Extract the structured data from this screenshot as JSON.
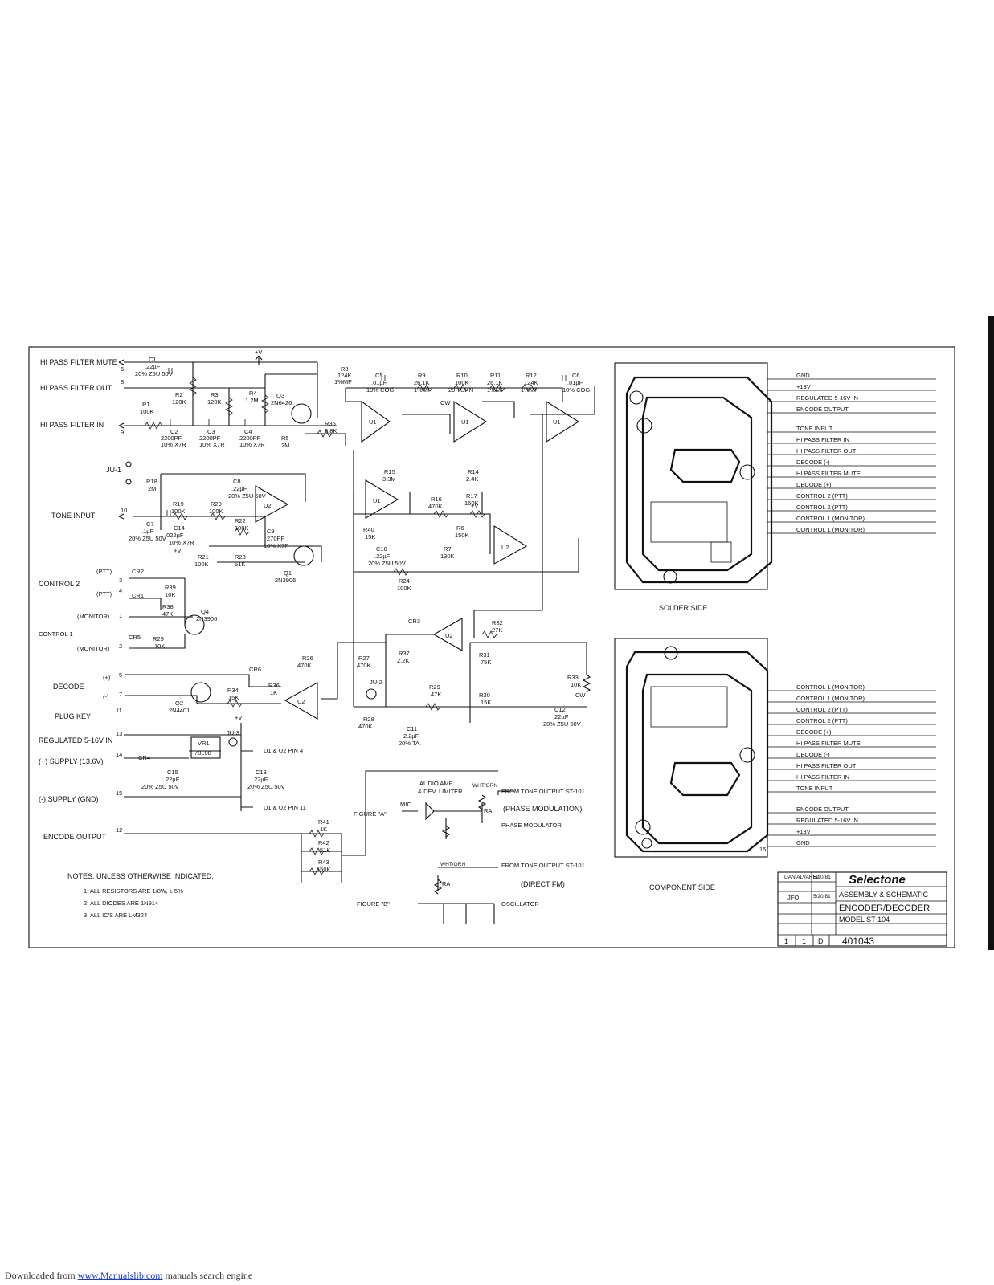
{
  "schematic": {
    "left_labels": [
      "HI PASS FILTER MUTE",
      "HI PASS FILTER OUT",
      "HI PASS FILTER IN",
      "JU-1",
      "TONE INPUT",
      "CONTROL 2",
      "CONTROL 1",
      "DECODE",
      "PLUG KEY",
      "REGULATED 5-16V IN",
      "(+) SUPPLY (13.6V)",
      "(-) SUPPLY (GND)",
      "ENCODE OUTPUT"
    ],
    "pins": [
      "6",
      "8",
      "9",
      "10",
      "3",
      "4",
      "1",
      "2",
      "5",
      "7",
      "11",
      "13",
      "14",
      "15",
      "12"
    ],
    "polarity": [
      "(PTT)",
      "(PTT)",
      "(MONITOR)",
      "(MONITOR)",
      "(+)",
      "(-)"
    ],
    "components": [
      {
        "ref": "C1",
        "value": ".22µF",
        "spec": "20% Z5U 50V"
      },
      {
        "ref": "R1",
        "value": "100K"
      },
      {
        "ref": "R2",
        "value": "120K"
      },
      {
        "ref": "R3",
        "value": "120K"
      },
      {
        "ref": "R4",
        "value": "1.2M"
      },
      {
        "ref": "Q3",
        "value": "2N6426"
      },
      {
        "ref": "C2",
        "value": "2200PF",
        "spec": "10% X7R"
      },
      {
        "ref": "C3",
        "value": "2200PF",
        "spec": "10% X7R"
      },
      {
        "ref": "C4",
        "value": "2200PF",
        "spec": "10% X7R"
      },
      {
        "ref": "R35",
        "value": "6.8K"
      },
      {
        "ref": "R5",
        "value": "2M"
      },
      {
        "ref": "R8",
        "value": "124K",
        "spec": "1%MF"
      },
      {
        "ref": "C5",
        "value": ".01µF",
        "spec": "10% COG"
      },
      {
        "ref": "R9",
        "value": "26.1K",
        "spec": "1%MF"
      },
      {
        "ref": "R10",
        "value": "100K",
        "spec": "20 TURN"
      },
      {
        "ref": "R11",
        "value": "26.1K",
        "spec": "1%MF"
      },
      {
        "ref": "R12",
        "value": "124K",
        "spec": "1%MF"
      },
      {
        "ref": "C6",
        "value": ".01µF",
        "spec": "10% COG"
      },
      {
        "ref": "R18",
        "value": "2M"
      },
      {
        "ref": "R19",
        "value": "100K"
      },
      {
        "ref": "R20",
        "value": "100K"
      },
      {
        "ref": "C8",
        "value": ".22µF",
        "spec": "20% Z5U 50V"
      },
      {
        "ref": "R22",
        "value": "100K"
      },
      {
        "ref": "C9",
        "value": "270PF",
        "spec": "10% X7R"
      },
      {
        "ref": "C7",
        "value": ".1µF",
        "spec": "20% Z5U 50V"
      },
      {
        "ref": "C14",
        "value": ".022µF",
        "spec": "10% X7R"
      },
      {
        "ref": "R15",
        "value": "3.3M"
      },
      {
        "ref": "R14",
        "value": "2.4K"
      },
      {
        "ref": "R16",
        "value": "470K"
      },
      {
        "ref": "R17",
        "value": "160K"
      },
      {
        "ref": "R40",
        "value": "15K"
      },
      {
        "ref": "R6",
        "value": "150K"
      },
      {
        "ref": "C10",
        "value": ".22µF",
        "spec": "20% Z5U 50V"
      },
      {
        "ref": "R7",
        "value": "130K"
      },
      {
        "ref": "R21",
        "value": "100K"
      },
      {
        "ref": "R23",
        "value": "51K"
      },
      {
        "ref": "Q1",
        "value": "2N3906"
      },
      {
        "ref": "R24",
        "value": "100K"
      },
      {
        "ref": "R39",
        "value": "10K"
      },
      {
        "ref": "R38",
        "value": "47K"
      },
      {
        "ref": "Q4",
        "value": "2N3906"
      },
      {
        "ref": "R25",
        "value": "10K"
      },
      {
        "ref": "CR3",
        "value": ""
      },
      {
        "ref": "R32",
        "value": "27K"
      },
      {
        "ref": "R37",
        "value": "2.2K"
      },
      {
        "ref": "R31",
        "value": "75K"
      },
      {
        "ref": "R26",
        "value": "470K"
      },
      {
        "ref": "R27",
        "value": "470K"
      },
      {
        "ref": "R29",
        "value": "47K"
      },
      {
        "ref": "R30",
        "value": "15K"
      },
      {
        "ref": "R33",
        "value": "10K"
      },
      {
        "ref": "R34",
        "value": "15K"
      },
      {
        "ref": "R36",
        "value": "1K"
      },
      {
        "ref": "Q2",
        "value": "2N4401"
      },
      {
        "ref": "R28",
        "value": "470K"
      },
      {
        "ref": "C11",
        "value": "2.2µF",
        "spec": "20% TA."
      },
      {
        "ref": "C12",
        "value": ".22µF",
        "spec": "20% Z5U 50V"
      },
      {
        "ref": "VR1",
        "value": "78L08"
      },
      {
        "ref": "C15",
        "value": ".22µF",
        "spec": "20% Z5U 50V"
      },
      {
        "ref": "C13",
        "value": ".22µF",
        "spec": "20% Z5U 50V"
      },
      {
        "ref": "R41",
        "value": "1K"
      },
      {
        "ref": "R42",
        "value": "51K"
      },
      {
        "ref": "R43",
        "value": "150K"
      }
    ],
    "misc_labels": {
      "vplus": "+V",
      "cw": "CW",
      "u1": "U1",
      "u2": "U2",
      "ju2": "JU-2",
      "ju3": "JU-3",
      "u1u2_pin4": "U1 & U2 PIN 4",
      "u1u2_pin11": "U1 & U2 PIN 11",
      "cr_labels": [
        "CR1",
        "CR2",
        "CR4",
        "CR5",
        "CR6"
      ]
    },
    "figure_a": {
      "label": "FIGURE \"A\"",
      "mic": "MIC",
      "audio_amp": "AUDIO AMP",
      "limiter": "& DEV. LIMITER",
      "wire": "WHT/GRN",
      "from": "FROM TONE OUTPUT ST-101",
      "ra": "RA",
      "mode": "(PHASE MODULATION)",
      "target": "PHASE MODULATOR"
    },
    "figure_b": {
      "label": "FIGURE \"B\"",
      "wire": "WHT/GRN",
      "from": "FROM TONE OUTPUT ST-101",
      "ra": "RA",
      "mode": "(DIRECT FM)",
      "target": "OSCILLATOR"
    },
    "notes": {
      "heading": "NOTES: UNLESS OTHERWISE INDICATED;",
      "items": [
        "1. ALL RESISTORS ARE 1/8W, ± 5%",
        "2. ALL DIODES ARE 1N914",
        "3. ALL IC'S ARE LM324"
      ]
    }
  },
  "pcb": {
    "solder_side": {
      "title": "SOLDER SIDE",
      "connections": [
        "GND",
        "+13V",
        "REGULATED 5-16V IN",
        "ENCODE OUTPUT",
        "TONE INPUT",
        "HI PASS FILTER IN",
        "HI PASS FILTER OUT",
        "DECODE (-)",
        "HI PASS FILTER MUTE",
        "DECODE (+)",
        "CONTROL 2 (PTT)",
        "CONTROL 2 (PTT)",
        "CONTROL 1 (MONITOR)",
        "CONTROL 1 (MONITOR)"
      ]
    },
    "component_side": {
      "title": "COMPONENT SIDE",
      "connections": [
        "CONTROL 1 (MONITOR)",
        "CONTROL 1 (MONITOR)",
        "CONTROL 2 (PTT)",
        "CONTROL 2 (PTT)",
        "DECODE (+)",
        "HI PASS FILTER MUTE",
        "DECODE (-)",
        "HI PASS FILTER OUT",
        "HI PASS FILTER IN",
        "TONE INPUT",
        "ENCODE OUTPUT",
        "REGULATED 5-16V IN",
        "+13V",
        "GND"
      ],
      "corner_pin": "15"
    }
  },
  "title_block": {
    "drawn_by": "DAN ALVAREZ",
    "drawn_date": "5/20/81",
    "checked_by": "JFO",
    "checked_date": "5/20/81",
    "brand": "Selectone",
    "line1": "ASSEMBLY & SCHEMATIC",
    "line2": "ENCODER/DECODER",
    "model": "MODEL ST-104",
    "sheet": "1",
    "total": "1",
    "size": "D",
    "drawing_number": "401043"
  },
  "footer": {
    "prefix": "Downloaded from",
    "link": "www.Manualslib.com",
    "suffix": "manuals search engine"
  }
}
